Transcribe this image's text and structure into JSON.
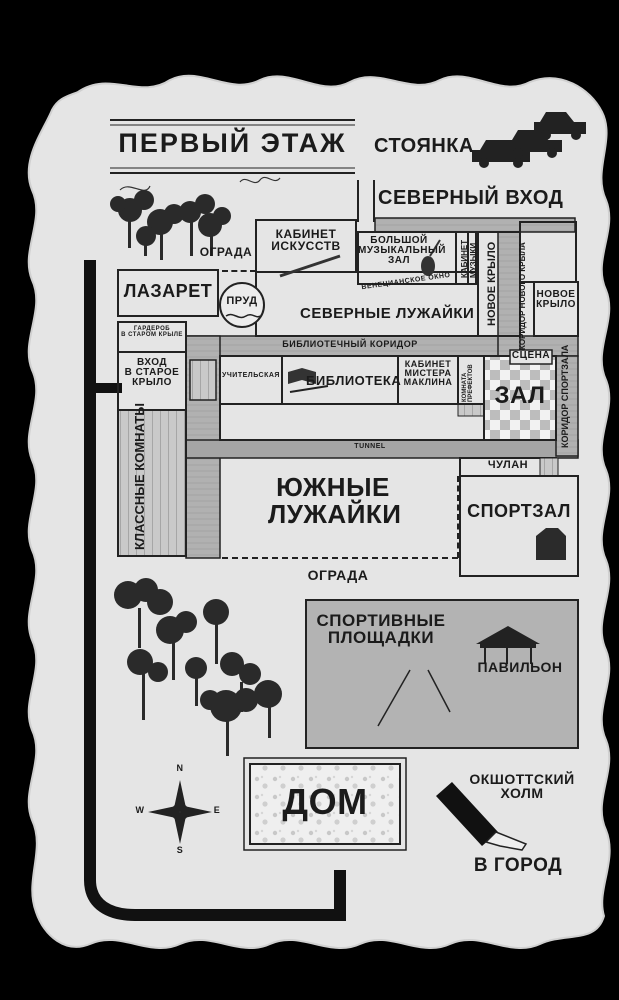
{
  "title": "ПЕРВЫЙ ЭТАЖ",
  "labels": {
    "parking": "СТОЯНКА",
    "north_entrance": "СЕВЕРНЫЙ ВХОД",
    "art_room": "КАБИНЕТ\nИСКУССТВ",
    "music_hall": "БОЛЬШОЙ\nМУЗЫКАЛЬНЫЙ\nЗАЛ",
    "music_office": "КАБИНЕТ\nМУЗЫКИ",
    "new_wing_1": "НОВОЕ КРЫЛО",
    "new_wing_corridor": "КОРИДОР НОВОГО КРЫЛА",
    "new_wing_2": "НОВОЕ\nКРЫЛО",
    "fence_top": "ОГРАДА",
    "infirmary": "ЛАЗАРЕТ",
    "pond": "ПРУД",
    "venetian_window": "ВЕНЕЦИАНСКОЕ ОКНО",
    "north_lawns": "СЕВЕРНЫЕ ЛУЖАЙКИ",
    "wardrobe": "ГАРДЕРОБ\nВ СТАРОМ КРЫЛЕ",
    "library_corridor": "БИБЛИОТЕЧНЫЙ КОРИДОР",
    "old_wing_entrance": "ВХОД\nВ СТАРОЕ\nКРЫЛО",
    "teachers_room": "УЧИТЕЛЬСКАЯ",
    "library": "БИБЛИОТЕКА",
    "maclean_office": "КАБИНЕТ\nМИСТЕРА\nМАКЛИНА",
    "prefects_room": "КОМНАТА\nПРЕФЕКТОВ",
    "stage": "СЦЕНА",
    "hall": "ЗАЛ",
    "sports_corridor": "КОРИДОР СПОРТЗАЛА",
    "classrooms": "КЛАССНЫЕ КОМНАТЫ",
    "tunnel": "TUNNEL",
    "closet": "ЧУЛАН",
    "south_lawns": "ЮЖНЫЕ\nЛУЖАЙКИ",
    "gym": "СПОРТЗАЛ",
    "fence_bottom": "ОГРАДА",
    "sports_fields": "СПОРТИВНЫЕ\nПЛОЩАДКИ",
    "pavilion": "ПАВИЛЬОН",
    "house": "ДОМ",
    "hill": "ОКШОТТСКИЙ\nХОЛМ",
    "to_town": "В ГОРОД"
  },
  "compass": {
    "n": "N",
    "s": "S",
    "e": "E",
    "w": "W"
  },
  "colors": {
    "background": "#000000",
    "paper": "#e6e6e6",
    "gray_floor": "#b8b8b8",
    "ink": "#1b1b1b",
    "road": "#111111"
  }
}
